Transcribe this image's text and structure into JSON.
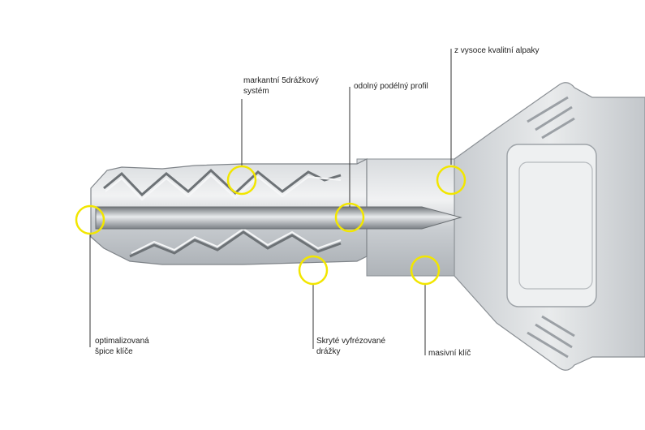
{
  "labels": {
    "groove_system": "markantní 5drážkový\nsystém",
    "profile": "odolný podélný profil",
    "alpaca": "z vysoce kvalitní alpaky",
    "tip": "optimalizovaná\nšpice klíče",
    "hidden_grooves": "Skryté vyfrézované\ndrážky",
    "massive_key": "masivní klíč"
  },
  "colors": {
    "highlight": "#f2e600",
    "leader": "#333333",
    "metal_light": "#e4e6e8",
    "metal_mid": "#bcc0c4",
    "metal_dark": "#7d8286"
  }
}
